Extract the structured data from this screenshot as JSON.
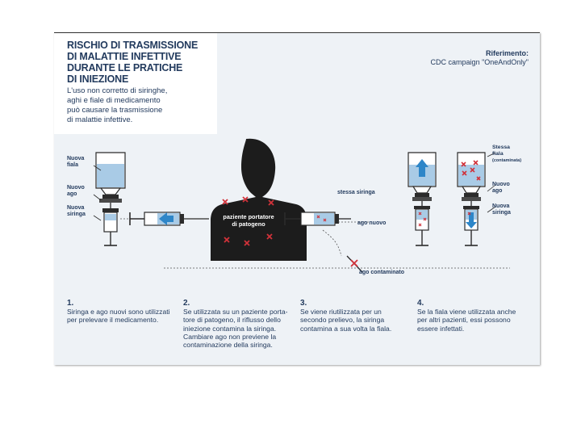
{
  "title": {
    "lines": [
      "RISCHIO DI TRASMISSIONE",
      "DI MALATTIE INFETTIVE",
      "DURANTE LE PRATICHE",
      "DI INIEZIONE"
    ]
  },
  "intro": {
    "lines": [
      "L'uso non corretto di siringhe,",
      "aghi e fiale di medicamento",
      "può causare la trasmissione",
      "di malattie infettive."
    ]
  },
  "reference": {
    "label": "Riferimento:",
    "source": "CDC campaign \"OneAndOnly\""
  },
  "labels": {
    "new_vial": [
      "Nuova",
      "fiala"
    ],
    "new_needle": [
      "Nuovo",
      "ago"
    ],
    "new_syringe": [
      "Nuova",
      "siringa"
    ],
    "patient": [
      "paziente portatore",
      "di patogeno"
    ],
    "same_syringe": "stessa siringa",
    "new_needle_2": "ago nuovo",
    "contaminated_needle": "ago contaminato",
    "same_vial": [
      "Stessa",
      "fiala",
      "(contaminata)"
    ],
    "new_needle_3": [
      "Nuovo",
      "ago"
    ],
    "new_syringe_3": [
      "Nuova",
      "siringa"
    ]
  },
  "steps": [
    {
      "num": "1.",
      "lines": [
        "Siringa e ago nuovi sono utilizzati",
        "per prelevare il medicamento."
      ]
    },
    {
      "num": "2.",
      "lines": [
        "Se utilizzata su un paziente porta-",
        "tore di patogeno, il riflusso dello",
        "iniezione contamina la siringa.",
        "Cambiare ago non previene la",
        "contaminazione della siringa."
      ]
    },
    {
      "num": "3.",
      "lines": [
        "Se viene riutilizzata per un",
        "secondo prelievo, la siringa",
        "contamina a sua volta la fiala."
      ]
    },
    {
      "num": "4.",
      "lines": [
        "Se la fiala viene utilizzata anche",
        "per altri pazienti, essi possono",
        "essere infettati."
      ]
    }
  ],
  "colors": {
    "navy": "#233b5e",
    "liquid": "#a9cbe6",
    "arrow_blue": "#2e86c8",
    "contamination_red": "#d1323a",
    "silhouette": "#1c1c1c",
    "background": "#eef2f6"
  }
}
